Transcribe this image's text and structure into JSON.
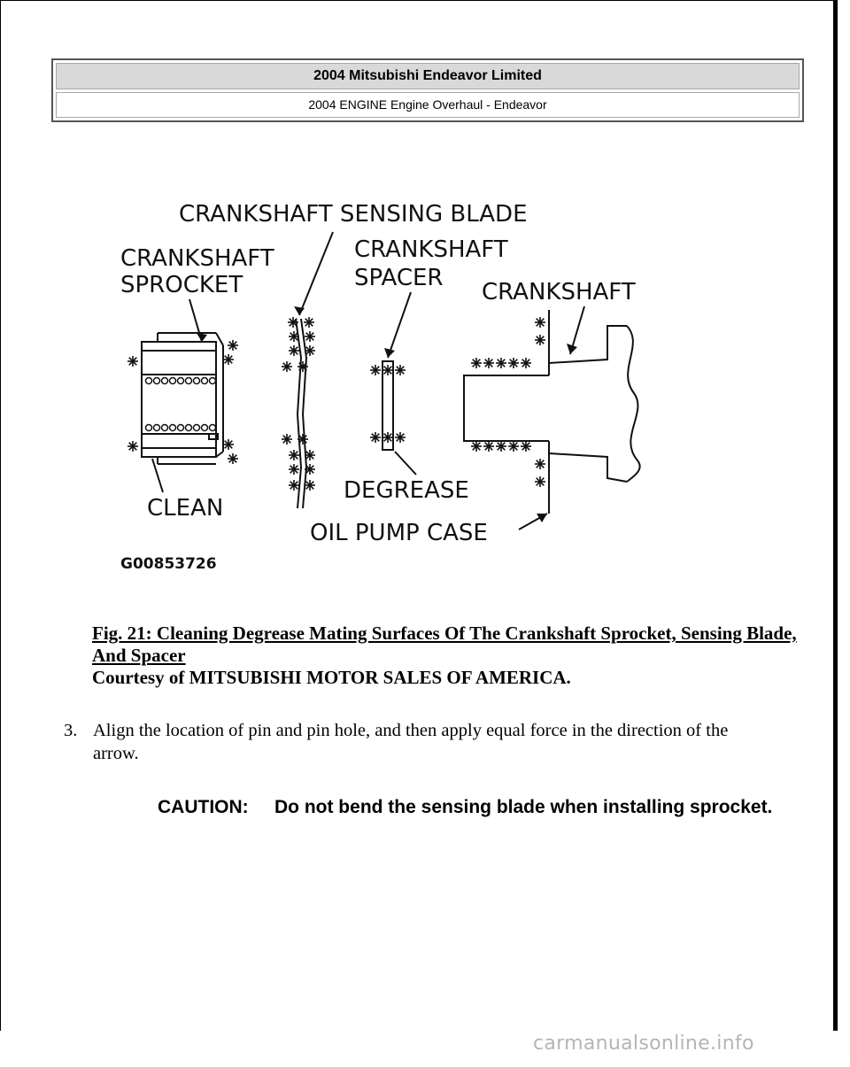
{
  "header": {
    "title": "2004 Mitsubishi Endeavor Limited",
    "subtitle": "2004 ENGINE Engine Overhaul - Endeavor"
  },
  "figure": {
    "labels": {
      "sensing_blade": "CRANKSHAFT SENSING BLADE",
      "sprocket_line1": "CRANKSHAFT",
      "sprocket_line2": "SPROCKET",
      "spacer_line1": "CRANKSHAFT",
      "spacer_line2": "SPACER",
      "crankshaft": "CRANKSHAFT",
      "clean": "CLEAN",
      "degrease": "DEGREASE",
      "oil_pump_case": "OIL PUMP CASE",
      "code": "G00853726"
    }
  },
  "caption": {
    "title": "Fig. 21: Cleaning Degrease Mating Surfaces Of The Crankshaft Sprocket, Sensing Blade, And Spacer",
    "courtesy": "Courtesy of MITSUBISHI MOTOR SALES OF AMERICA."
  },
  "step": {
    "number": "3.",
    "text": "Align the location of pin and pin hole, and then apply equal force in the direction of the arrow."
  },
  "caution": {
    "label": "CAUTION:",
    "text": "Do not bend the sensing blade when installing sprocket."
  },
  "watermark": "carmanualsonline.info"
}
